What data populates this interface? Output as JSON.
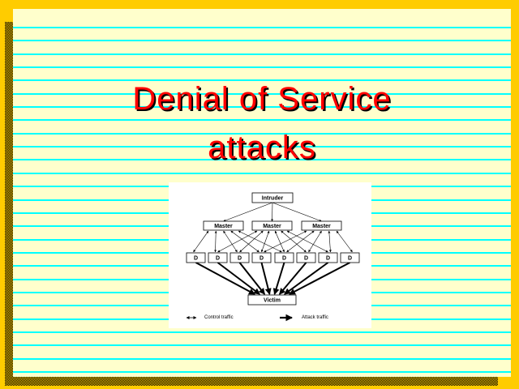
{
  "slide": {
    "title_line1": "Denial of Service",
    "title_line2": "attacks"
  },
  "diagram": {
    "intruder": "Intruder",
    "masters": [
      "Master",
      "Master",
      "Master"
    ],
    "daemons": [
      "D",
      "D",
      "D",
      "D",
      "D",
      "D",
      "D",
      "D"
    ],
    "victim": "Victim",
    "legend": {
      "control": "Control traffic",
      "attack": "Attack traffic"
    }
  },
  "colors": {
    "background": "#FFCC00",
    "paper": "#FFFFCC",
    "rule": "#00FFFF",
    "title": "#FF0000"
  }
}
